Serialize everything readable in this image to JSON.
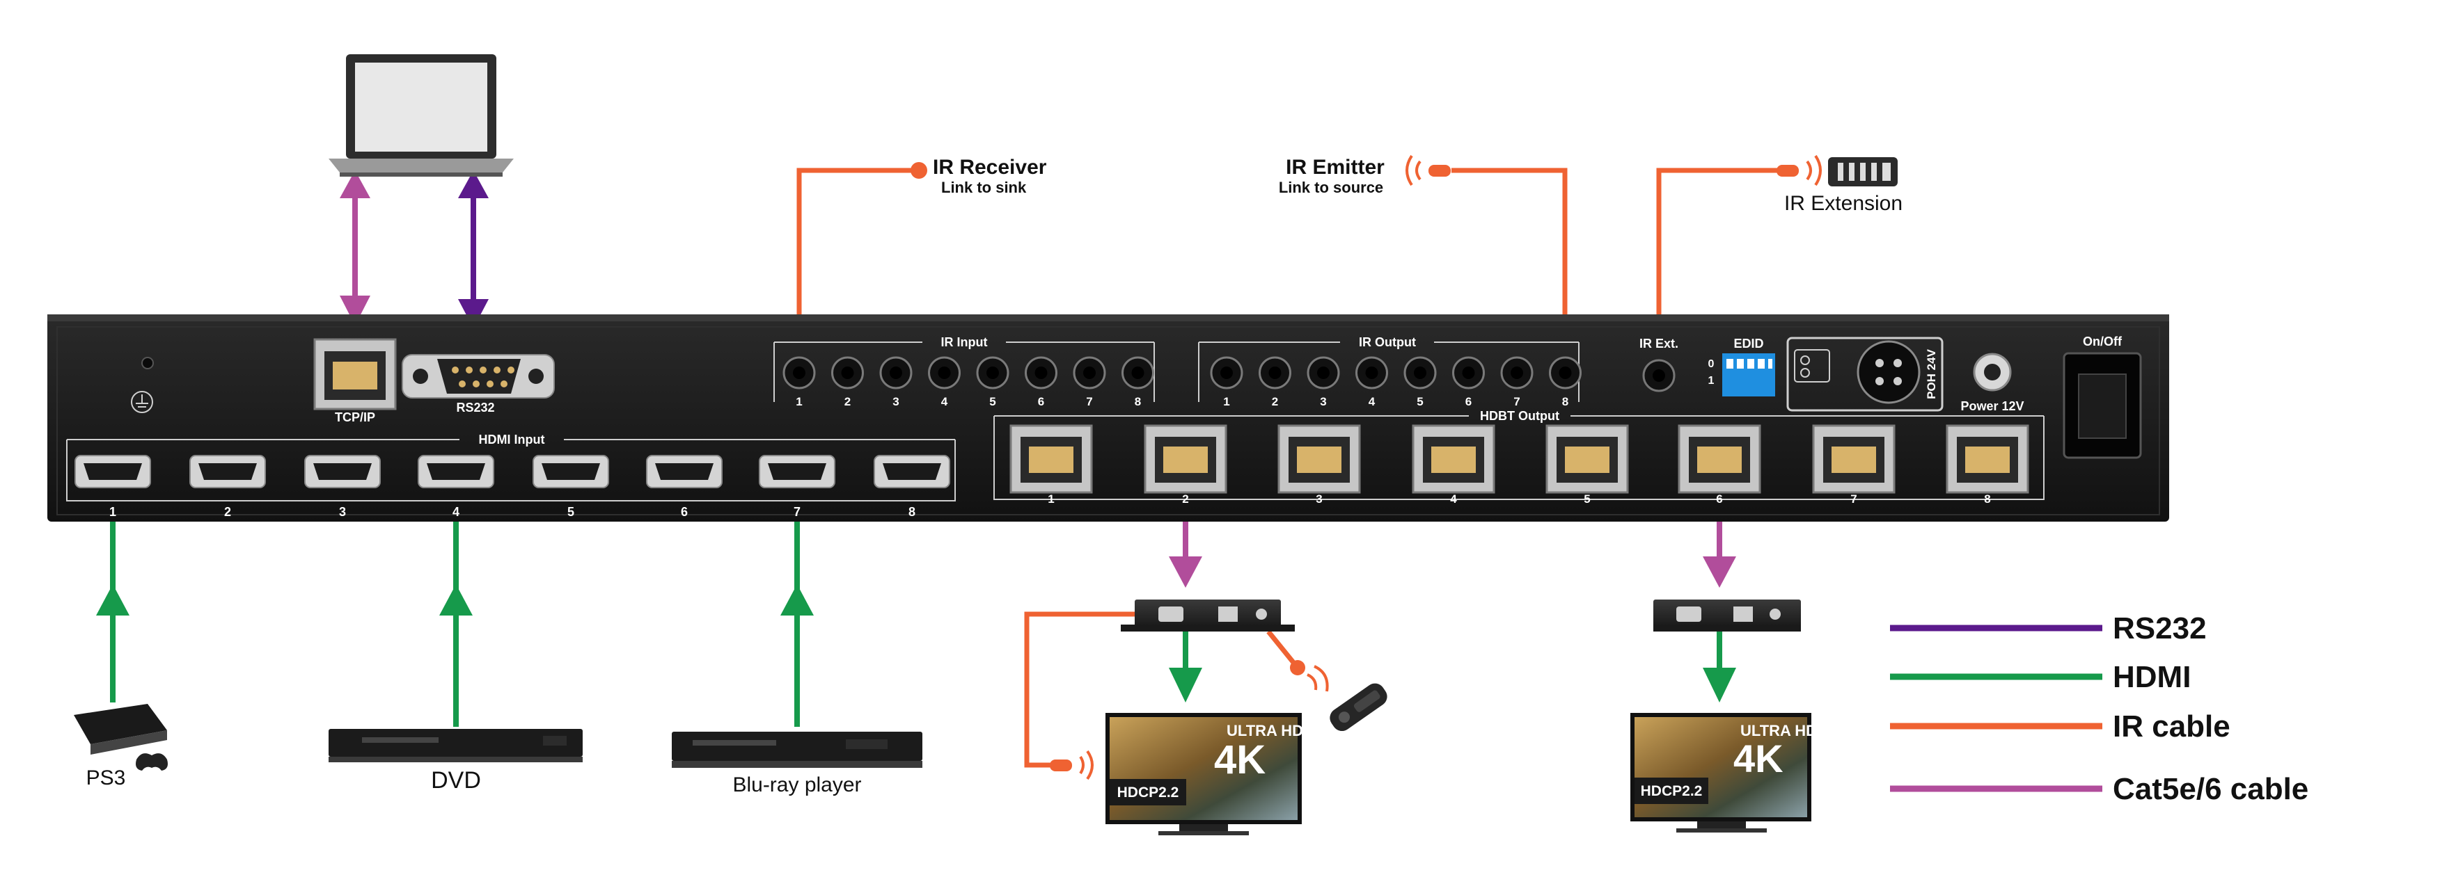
{
  "labels": {
    "tcpip": "TCP/IP",
    "rs232_port": "RS232",
    "hdmi_input_title": "HDMI Input",
    "hdmi_inputs": [
      "1",
      "2",
      "3",
      "4",
      "5",
      "6",
      "7",
      "8"
    ],
    "ir_input_title": "IR Input",
    "ir_output_title": "IR Output",
    "ir_ports": [
      "1",
      "2",
      "3",
      "4",
      "5",
      "6",
      "7",
      "8"
    ],
    "ir_ext": "IR Ext.",
    "edid": "EDID",
    "edid_0": "0",
    "edid_1": "1",
    "poh": "POH 24V",
    "power": "Power 12V",
    "onoff": "On/Off",
    "hdbt_output_title": "HDBT Output",
    "hdbt_outputs": [
      "1",
      "2",
      "3",
      "4",
      "5",
      "6",
      "7",
      "8"
    ]
  },
  "callouts": {
    "ir_receiver_title": "IR Receiver",
    "ir_receiver_sub": "Link to sink",
    "ir_emitter_title": "IR Emitter",
    "ir_emitter_sub": "Link to source",
    "ir_extension": "IR Extension"
  },
  "devices": {
    "ps3": "PS3",
    "dvd": "DVD",
    "bluray": "Blu-ray player"
  },
  "display": {
    "ultra_hd": "ULTRA HD",
    "res": "4K",
    "hdcp": "HDCP2.2"
  },
  "legend": [
    {
      "label": "RS232",
      "color": "#5b1a8c"
    },
    {
      "label": "HDMI",
      "color": "#169a4b"
    },
    {
      "label": "IR cable",
      "color": "#ef6232"
    },
    {
      "label": "Cat5e/6 cable",
      "color": "#b14d9b"
    }
  ],
  "colors": {
    "rs232": "#5b1a8c",
    "hdmi": "#169a4b",
    "ir": "#ef6232",
    "cat": "#b14d9b",
    "panel": "#1a1a1a",
    "edid_switch": "#1f8fe0"
  }
}
